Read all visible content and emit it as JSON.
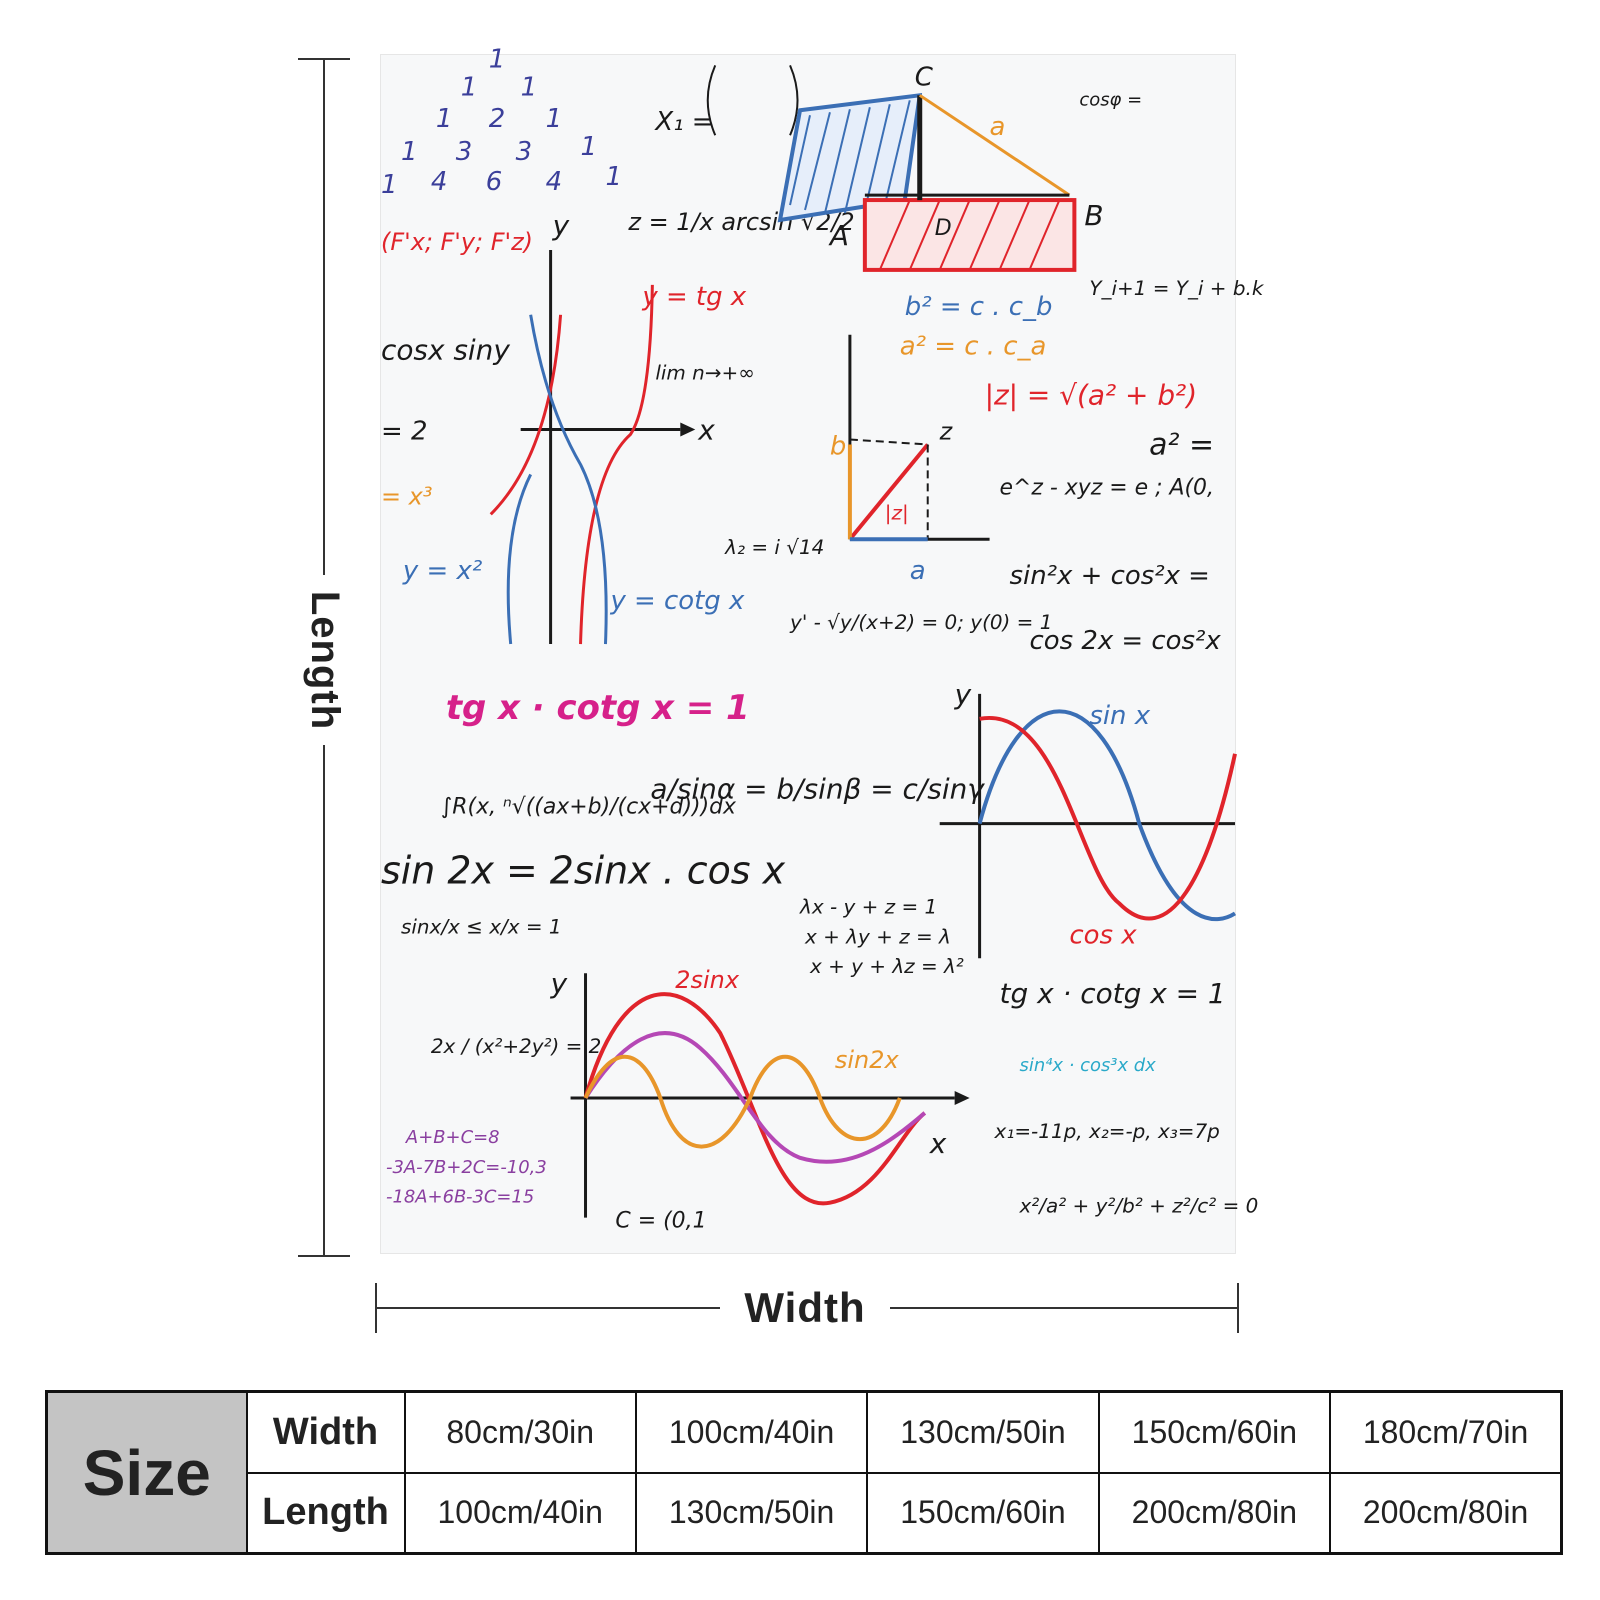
{
  "dimensions": {
    "length_label": "Length",
    "width_label": "Width"
  },
  "blanket": {
    "formulas": {
      "tg_cotg": "tg x · cotg x = 1",
      "tg_cotg_small": "tg x · cotg x = 1",
      "y_tgx": "y = tg x",
      "y_cotgx": "y = cotg x",
      "y_x2": "y = x²",
      "sin2x_identity": "sin 2x = 2sinx . cos x",
      "pyth": "sin²x + cos²x =",
      "cos2x": "cos 2x = cos²x",
      "z_arcsin": "z = 1/x arcsin √2/2",
      "b2": "b² = c . c_b",
      "a2": "a² = c . c_a",
      "abs_z": "|z| = √(a² + b²)",
      "lambda": "λ₂ = i √14",
      "diff_eq": "y' - √y/(x+2) = 0; y(0) = 1",
      "law_sines": "a/sinα = b/sinβ = c/sinγ",
      "integral": "∫R(x, ⁿ√((ax+b)/(cx+d)))dx",
      "limit": "lim n→+∞",
      "sinx_lt": "sinx/x ≤ x/x = 1",
      "system1": "λx - y + z = 1",
      "system2": "x + λy + z = λ",
      "system3": "x + y + λz = λ²",
      "linear1": "A+B+C=8",
      "linear2": "-3A-7B+2C=-10,3",
      "linear3": "-18A+6B-3C=15",
      "frac2x": "2x / (x²+2y²) = 2",
      "roots": "x₁=-11p, x₂=-p, x₃=7p",
      "ellipsoid": "x²/a² + y²/b² + z²/c² = 0",
      "exp_eq": "e^z - xyz = e ; A(0,",
      "yi": "Y_i+1 = Y_i + b.k",
      "cosphi": "cosφ =",
      "x1_vec": "X₁ =",
      "a2_eq": "a² =",
      "sinx_label": "sin x",
      "cosx_label": "cos x",
      "twosinx_label": "2sinx",
      "sin2x_label": "sin2x",
      "fx": "(F'x; F'y; F'z)",
      "cosx_siny": "cosx siny",
      "eq2": "= 2",
      "x3": "= x³",
      "integral2": "sin⁴x · cos³x dx",
      "matrix_c": "C = (0,1",
      "label_A": "A",
      "label_B": "B",
      "label_C": "C",
      "label_D": "D",
      "label_a": "a",
      "label_b": "b",
      "label_z": "z",
      "label_absz": "|z|",
      "label_x": "x",
      "label_y": "y",
      "pascal": [
        "1",
        "1",
        "1",
        "1",
        "2",
        "1",
        "1",
        "3",
        "3",
        "1",
        "1",
        "4",
        "6",
        "4",
        "1"
      ]
    },
    "colors": {
      "red": "#e0242b",
      "blue": "#3b6fb5",
      "orange": "#e8962a",
      "magenta": "#d6218a",
      "purple": "#8a3fa0",
      "cyan": "#2aa9c9",
      "black": "#1a1a1a"
    }
  },
  "size_table": {
    "header": "Size",
    "row_labels": [
      "Width",
      "Length"
    ],
    "widths": [
      "80cm/30in",
      "100cm/40in",
      "130cm/50in",
      "150cm/60in",
      "180cm/70in"
    ],
    "lengths": [
      "100cm/40in",
      "130cm/50in",
      "150cm/60in",
      "200cm/80in",
      "200cm/80in"
    ]
  }
}
